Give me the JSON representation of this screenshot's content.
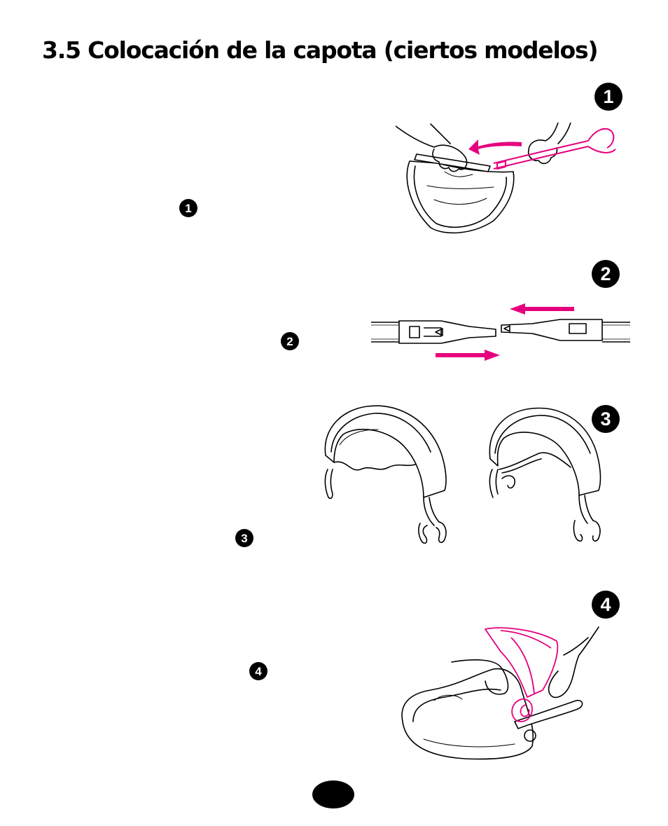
{
  "heading": "3.5 Colocación de la capota (ciertos modelos)",
  "steps": [
    {
      "number": "1"
    },
    {
      "number": "2"
    },
    {
      "number": "3"
    },
    {
      "number": "4"
    }
  ],
  "colors": {
    "accent": "#e6007e",
    "ink": "#000000",
    "background": "#ffffff"
  }
}
